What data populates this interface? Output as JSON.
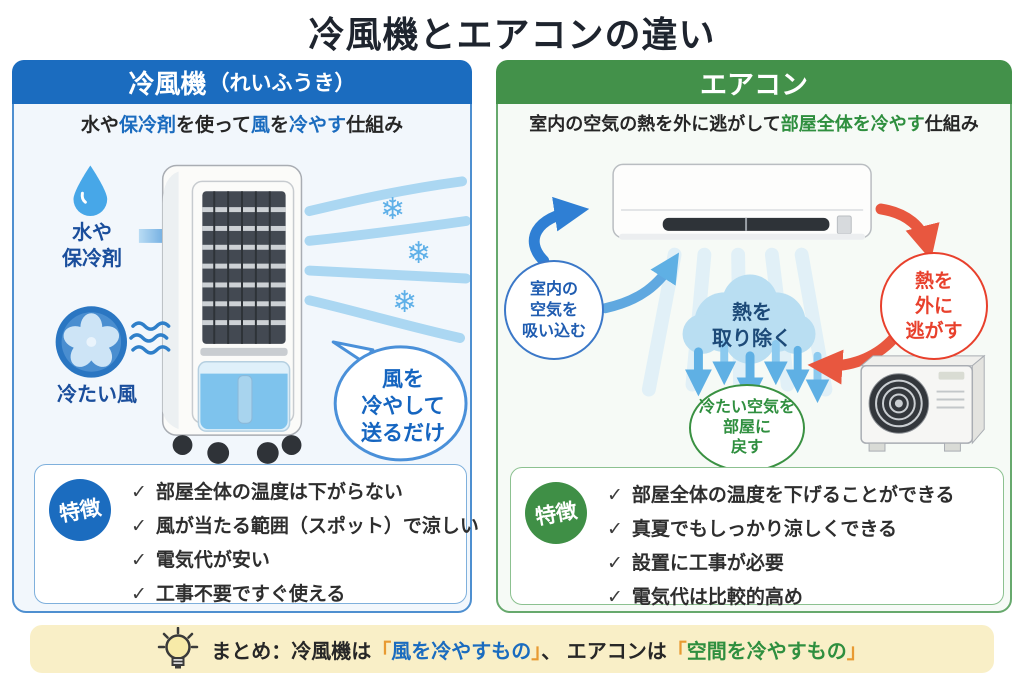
{
  "title": "冷風機とエアコンの違い",
  "icons": {
    "snowflake_glyph": "❄"
  },
  "left_panel": {
    "header": {
      "main": "冷風機",
      "reading": "（れいふうき）"
    },
    "subtitle": [
      "水や",
      "保冷剤",
      "を使って",
      "風",
      "を",
      "冷やす",
      "仕組み"
    ],
    "water_label": [
      "水や",
      "保冷剤"
    ],
    "wind_label": "冷たい風",
    "bubble": [
      "風を",
      "冷やして",
      "送るだけ"
    ],
    "features": {
      "badge": "特徴",
      "check": "✓",
      "items": [
        "部屋全体の温度は下がらない",
        "風が当たる範囲（スポット）で涼しい",
        "電気代が安い",
        "工事不要ですぐ使える"
      ]
    }
  },
  "right_panel": {
    "header": "エアコン",
    "subtitle": [
      "室内の空気の熱を外に逃がして",
      "部屋全体を冷やす",
      "仕組み"
    ],
    "intake_bubble": [
      "室内の",
      "空気を",
      "吸い込む"
    ],
    "cloud_label": [
      "熱を",
      "取り除く"
    ],
    "return_bubble": [
      "冷たい空気を",
      "部屋に",
      "戻す"
    ],
    "heat_bubble": [
      "熱を",
      "外に",
      "逃がす"
    ],
    "features": {
      "badge": "特徴",
      "check": "✓",
      "items": [
        "部屋全体の温度を下げることができる",
        "真夏でもしっかり涼しくできる",
        "設置に工事が必要",
        "電気代は比較的高め"
      ]
    }
  },
  "summary": {
    "segments": [
      "まとめ：冷風機は",
      "「",
      "風を冷やすもの",
      "」",
      "、 エアコンは",
      "「",
      "空間を冷やすもの",
      "」"
    ]
  },
  "colors": {
    "blue": "#1b6cbf",
    "green": "#43914a",
    "red": "#e8402c",
    "orange": "#e89a32",
    "yellow_bar": "#f9efc7"
  }
}
